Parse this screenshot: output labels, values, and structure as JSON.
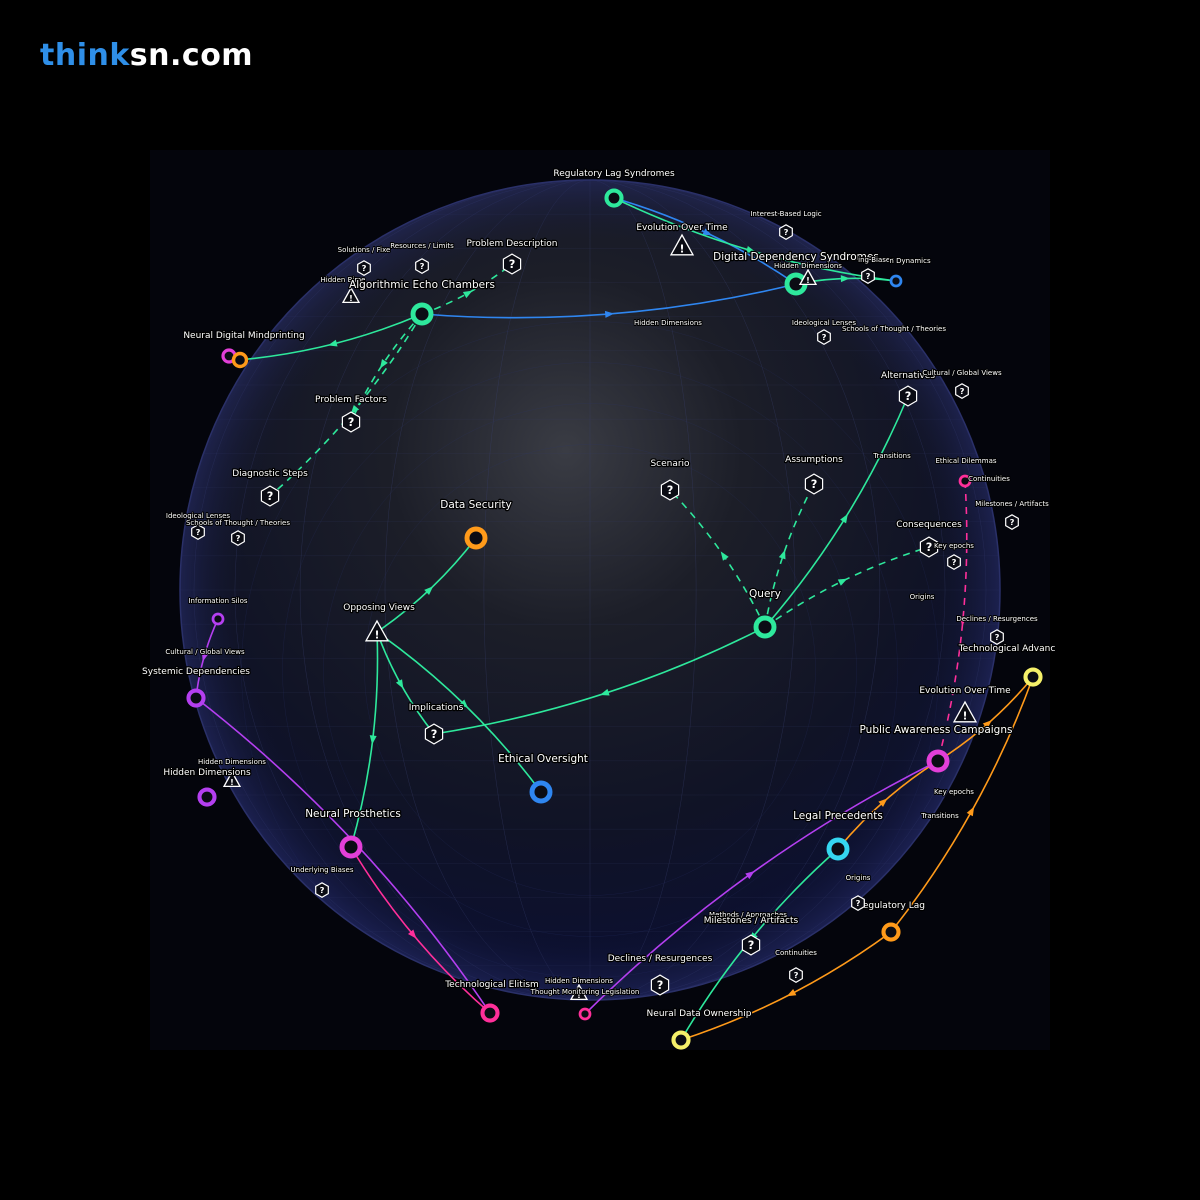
{
  "brand": {
    "part1": "think",
    "part2": "sn.com",
    "accent": "#2f8fe8"
  },
  "colors": {
    "background": "#000000",
    "sphere": "#12152c",
    "green": "#2ee89c",
    "blue": "#2f86f0",
    "purple": "#b43ff0",
    "magenta": "#ff2f9a",
    "orange": "#ff9a1a",
    "yellow": "#f5f06a",
    "cyan": "#35d6f0"
  },
  "nodes": [
    {
      "id": "regulatory-lag-syndromes",
      "label": "Regulatory Lag Syndromes",
      "kind": "circle",
      "color": "#2ee89c",
      "size": "md"
    },
    {
      "id": "interest-based-logic",
      "label": "Interest-Based Logic",
      "kind": "question",
      "size": "sm"
    },
    {
      "id": "evolution-over-time-top",
      "label": "Evolution Over Time",
      "kind": "warning",
      "size": "md"
    },
    {
      "id": "digital-dependency-syndromes",
      "label": "Digital Dependency Syndromes",
      "kind": "circle",
      "color": "#2ee89c",
      "size": "lg"
    },
    {
      "id": "hidden-dimensions-top",
      "label": "Hidden Dimensions",
      "kind": "warning",
      "size": "sm"
    },
    {
      "id": "biases-top",
      "label": "ing Biases",
      "kind": "question",
      "size": "sm"
    },
    {
      "id": "dynamics-top",
      "label": "n Dynamics",
      "kind": "circle",
      "color": "#2f86f0",
      "size": "sm"
    },
    {
      "id": "hidden-dimensions-center",
      "label": "Hidden Dimensions",
      "kind": "text",
      "size": "sm"
    },
    {
      "id": "ideological-lenses-top",
      "label": "Ideological Lenses",
      "kind": "question",
      "size": "sm"
    },
    {
      "id": "schools-of-thought-top",
      "label": "Schools of Thought / Theories",
      "kind": "text",
      "size": "sm"
    },
    {
      "id": "alternatives",
      "label": "Alternatives",
      "kind": "question",
      "size": "md"
    },
    {
      "id": "cultural-global-views-right",
      "label": "Cultural / Global Views",
      "kind": "question",
      "size": "sm"
    },
    {
      "id": "solutions-fixes",
      "label": "Solutions / Fixe",
      "kind": "question",
      "size": "sm"
    },
    {
      "id": "resources-limits",
      "label": "Resources / Limits",
      "kind": "question",
      "size": "sm"
    },
    {
      "id": "problem-description",
      "label": "Problem Description",
      "kind": "question",
      "size": "md"
    },
    {
      "id": "hidden-biases-left",
      "label": "Hidden Bime",
      "kind": "warning",
      "size": "sm"
    },
    {
      "id": "algorithmic-echo-chambers",
      "label": "Algorithmic Echo Chambers",
      "kind": "circle",
      "color": "#2ee89c",
      "size": "lg"
    },
    {
      "id": "neural-digital-mindprinting",
      "label": "Neural Digital Mindprinting",
      "kind": "circle-pair",
      "size": "md"
    },
    {
      "id": "problem-factors",
      "label": "Problem Factors",
      "kind": "question",
      "size": "md"
    },
    {
      "id": "diagnostic-steps",
      "label": "Diagnostic Steps",
      "kind": "question",
      "size": "md"
    },
    {
      "id": "ideological-lenses-left",
      "label": "Ideological Lenses",
      "kind": "question",
      "size": "sm"
    },
    {
      "id": "schools-of-thought-left",
      "label": "Schools of Thought / Theories",
      "kind": "question",
      "size": "sm"
    },
    {
      "id": "information-silos",
      "label": "Information Silos",
      "kind": "circle",
      "color": "#b43ff0",
      "size": "sm"
    },
    {
      "id": "cultural-global-views-left",
      "label": "Cultural / Global Views",
      "kind": "text",
      "size": "sm"
    },
    {
      "id": "systemic-dependencies",
      "label": "Systemic Dependencies",
      "kind": "circle",
      "color": "#b43ff0",
      "size": "md"
    },
    {
      "id": "hidden-dimensions-left-a",
      "label": "Hidden Dimensions",
      "kind": "warning",
      "size": "sm"
    },
    {
      "id": "hidden-dimensions-left-b",
      "label": "Hidden Dimensions",
      "kind": "circle",
      "color": "#b43ff0",
      "size": "md"
    },
    {
      "id": "neural-prosthetics",
      "label": "Neural Prosthetics",
      "kind": "circle",
      "color": "#e33fd8",
      "size": "lg"
    },
    {
      "id": "underlying-biases",
      "label": "Underlying Biases",
      "kind": "question",
      "size": "sm"
    },
    {
      "id": "scenario",
      "label": "Scenario",
      "kind": "question",
      "size": "md"
    },
    {
      "id": "assumptions",
      "label": "Assumptions",
      "kind": "question",
      "size": "md"
    },
    {
      "id": "data-security",
      "label": "Data Security",
      "kind": "circle",
      "color": "#ff9a1a",
      "size": "lg"
    },
    {
      "id": "opposing-views",
      "label": "Opposing Views",
      "kind": "warning",
      "size": "md"
    },
    {
      "id": "query",
      "label": "Query",
      "kind": "circle",
      "color": "#2ee89c",
      "size": "lg"
    },
    {
      "id": "implications",
      "label": "Implications",
      "kind": "question",
      "size": "md"
    },
    {
      "id": "ethical-oversight",
      "label": "Ethical Oversight",
      "kind": "circle",
      "color": "#2f86f0",
      "size": "lg"
    },
    {
      "id": "consequences",
      "label": "Consequences",
      "kind": "question",
      "size": "md"
    },
    {
      "id": "key-epochs-right",
      "label": "Key epochs",
      "kind": "question",
      "size": "sm"
    },
    {
      "id": "transitions-right",
      "label": "Transitions",
      "kind": "text",
      "size": "sm"
    },
    {
      "id": "ethical-dilemmas",
      "label": "Ethical Dilemmas",
      "kind": "text",
      "size": "sm"
    },
    {
      "id": "continuities-right",
      "label": "Continuities",
      "kind": "circle",
      "color": "#ff2f9a",
      "size": "sm"
    },
    {
      "id": "milestones-artifacts-right",
      "label": "Milestones / Artifacts",
      "kind": "question",
      "size": "sm"
    },
    {
      "id": "origins-right",
      "label": "Origins",
      "kind": "text",
      "size": "sm"
    },
    {
      "id": "declines-resurgences-right",
      "label": "Declines / Resurgences",
      "kind": "question",
      "size": "sm"
    },
    {
      "id": "technological-advance",
      "label": "Technological Advanc",
      "kind": "circle",
      "color": "#f5f06a",
      "size": "md"
    },
    {
      "id": "evolution-over-time-right",
      "label": "Evolution Over Time",
      "kind": "warning",
      "size": "md"
    },
    {
      "id": "public-awareness-campaigns",
      "label": "Public Awareness Campaigns",
      "kind": "circle",
      "color": "#e33fd8",
      "size": "lg"
    },
    {
      "id": "key-epochs-lower",
      "label": "Key epochs",
      "kind": "text",
      "size": "sm"
    },
    {
      "id": "transitions-lower",
      "label": "Transitions",
      "kind": "text",
      "size": "sm"
    },
    {
      "id": "legal-precedents",
      "label": "Legal Precedents",
      "kind": "circle",
      "color": "#35d6f0",
      "size": "lg"
    },
    {
      "id": "origins-lower",
      "label": "Origins",
      "kind": "text",
      "size": "sm"
    },
    {
      "id": "regulatory-lag",
      "label": "Regulatory Lag",
      "kind": "circle",
      "color": "#ff9a1a",
      "size": "md"
    },
    {
      "id": "methods-approaches",
      "label": "Methods / Approaches",
      "kind": "question",
      "size": "sm"
    },
    {
      "id": "milestones-artifacts-lower",
      "label": "Milestones / Artifacts",
      "kind": "question",
      "size": "md"
    },
    {
      "id": "continuities-lower",
      "label": "Continuities",
      "kind": "question",
      "size": "sm"
    },
    {
      "id": "declines-resurgences-lower",
      "label": "Declines / Resurgences",
      "kind": "question",
      "size": "md"
    },
    {
      "id": "hidden-dimensions-bottom",
      "label": "Hidden Dimensions",
      "kind": "warning",
      "size": "sm"
    },
    {
      "id": "thought-monitoring-legislation",
      "label": "Thought Monitoring Legislation",
      "kind": "circle",
      "color": "#ff2f9a",
      "size": "sm"
    },
    {
      "id": "technological-elitism",
      "label": "Technological Elitism",
      "kind": "circle",
      "color": "#ff2f9a",
      "size": "md"
    },
    {
      "id": "neural-data-ownership",
      "label": "Neural Data Ownership",
      "kind": "circle",
      "color": "#f5f06a",
      "size": "md"
    }
  ],
  "edges": [
    {
      "from": "query",
      "to": "implications",
      "color": "#2ee89c",
      "style": "solid"
    },
    {
      "from": "query",
      "to": "scenario",
      "color": "#2ee89c",
      "style": "dashed"
    },
    {
      "from": "query",
      "to": "assumptions",
      "color": "#2ee89c",
      "style": "dashed"
    },
    {
      "from": "query",
      "to": "alternatives",
      "color": "#2ee89c",
      "style": "solid"
    },
    {
      "from": "query",
      "to": "consequences",
      "color": "#2ee89c",
      "style": "dashed"
    },
    {
      "from": "opposing-views",
      "to": "data-security",
      "color": "#2ee89c",
      "style": "solid"
    },
    {
      "from": "opposing-views",
      "to": "ethical-oversight",
      "color": "#2ee89c",
      "style": "solid"
    },
    {
      "from": "opposing-views",
      "to": "implications",
      "color": "#2ee89c",
      "style": "solid"
    },
    {
      "from": "opposing-views",
      "to": "neural-prosthetics",
      "color": "#2ee89c",
      "style": "solid"
    },
    {
      "from": "algorithmic-echo-chambers",
      "to": "problem-factors",
      "color": "#2ee89c",
      "style": "dashed"
    },
    {
      "from": "algorithmic-echo-chambers",
      "to": "diagnostic-steps",
      "color": "#2ee89c",
      "style": "dashed"
    },
    {
      "from": "algorithmic-echo-chambers",
      "to": "problem-description",
      "color": "#2ee89c",
      "style": "dashed"
    },
    {
      "from": "algorithmic-echo-chambers",
      "to": "neural-digital-mindprinting",
      "color": "#2ee89c",
      "style": "solid"
    },
    {
      "from": "algorithmic-echo-chambers",
      "to": "digital-dependency-syndromes",
      "color": "#2f86f0",
      "style": "solid"
    },
    {
      "from": "regulatory-lag-syndromes",
      "to": "digital-dependency-syndromes",
      "color": "#2f86f0",
      "style": "solid"
    },
    {
      "from": "regulatory-lag-syndromes",
      "to": "dynamics-top",
      "color": "#2ee89c",
      "style": "solid"
    },
    {
      "from": "digital-dependency-syndromes",
      "to": "dynamics-top",
      "color": "#2ee89c",
      "style": "solid"
    },
    {
      "from": "public-awareness-campaigns",
      "to": "technological-advance",
      "color": "#ff9a1a",
      "style": "solid"
    },
    {
      "from": "legal-precedents",
      "to": "public-awareness-campaigns",
      "color": "#ff9a1a",
      "style": "solid"
    },
    {
      "from": "regulatory-lag",
      "to": "technological-advance",
      "color": "#ff9a1a",
      "style": "solid"
    },
    {
      "from": "regulatory-lag",
      "to": "neural-data-ownership",
      "color": "#ff9a1a",
      "style": "solid"
    },
    {
      "from": "legal-precedents",
      "to": "neural-data-ownership",
      "color": "#2ee89c",
      "style": "solid"
    },
    {
      "from": "systemic-dependencies",
      "to": "technological-elitism",
      "color": "#b43ff0",
      "style": "solid"
    },
    {
      "from": "information-silos",
      "to": "systemic-dependencies",
      "color": "#b43ff0",
      "style": "solid"
    },
    {
      "from": "thought-monitoring-legislation",
      "to": "public-awareness-campaigns",
      "color": "#b43ff0",
      "style": "solid"
    },
    {
      "from": "neural-prosthetics",
      "to": "technological-elitism",
      "color": "#ff2f9a",
      "style": "solid"
    },
    {
      "from": "continuities-right",
      "to": "public-awareness-campaigns",
      "color": "#ff2f9a",
      "style": "dashed"
    }
  ]
}
